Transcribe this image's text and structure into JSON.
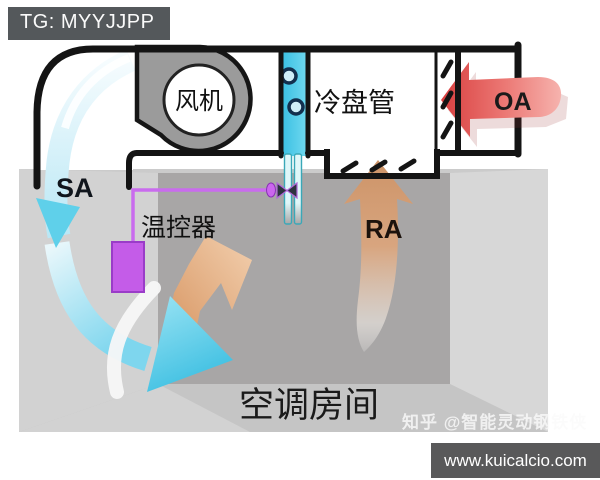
{
  "header": {
    "tag_label": "TG: MYYJJPP"
  },
  "footer": {
    "site_url": "www.kuicalcio.com"
  },
  "watermark": {
    "text": "知乎 @智能灵动钢铁侠"
  },
  "diagram": {
    "title_room": "空调房间",
    "fan_label": "风机",
    "coil_label": "冷盘管",
    "thermostat_label": "温控器",
    "supply_air_label": "SA",
    "return_air_label": "RA",
    "outdoor_air_label": "OA",
    "icons": {
      "fan": "fan-scroll-icon",
      "coil": "cooling-coil-icon",
      "valve": "control-valve-icon",
      "damper": "damper-blades-icon"
    },
    "colors": {
      "supply_air": "#5fd0ea",
      "return_air": "#d19b72",
      "outdoor_air": "#e04848",
      "coil": "#45c8e8",
      "thermostat": "#c45ce8",
      "control_wire": "#c96cee",
      "duct_outline": "#141414",
      "fan_housing": "#9b9b9b",
      "room_back_wall": "#a8a6a6"
    }
  }
}
